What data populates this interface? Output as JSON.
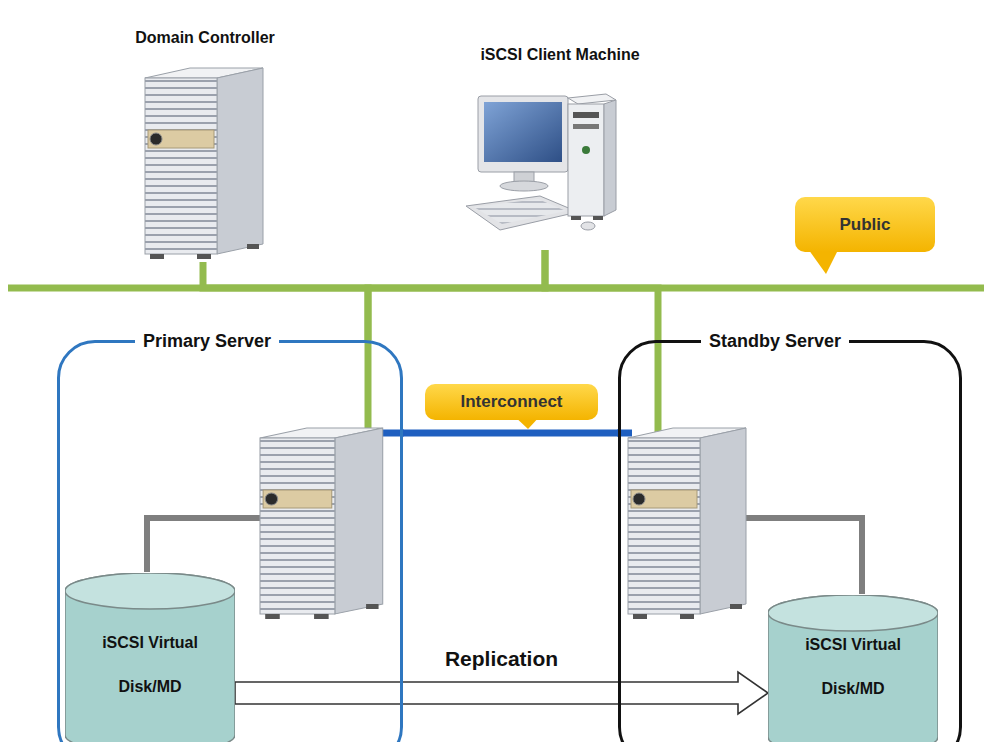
{
  "diagram": {
    "nodes": [
      {
        "text": [
          "Domain Controller"
        ]
      },
      {
        "text": [
          "iSCSI Client Machine"
        ]
      },
      {
        "text": [
          "Primary Server"
        ]
      },
      {
        "text": [
          "iSCSI Virtual Disk/MD"
        ],
        "in": 2
      },
      {
        "text": [
          "Standby Server"
        ]
      },
      {
        "text": [
          "iSCSI Virtual Disk/MD"
        ],
        "in": 4
      }
    ],
    "edges": [
      {
        "from": 0,
        "to": 2,
        "arrow": "none"
      },
      {
        "from": 1,
        "to": 2,
        "arrow": "none"
      },
      {
        "from": 1,
        "to": 4,
        "arrow": "none"
      },
      {
        "from": 2,
        "to": 4,
        "arrow": "none"
      },
      {
        "from": 3,
        "to": 5,
        "label": "Replication",
        "arrow": "to"
      }
    ],
    "labels": [
      "Public",
      "Interconnect"
    ]
  }
}
